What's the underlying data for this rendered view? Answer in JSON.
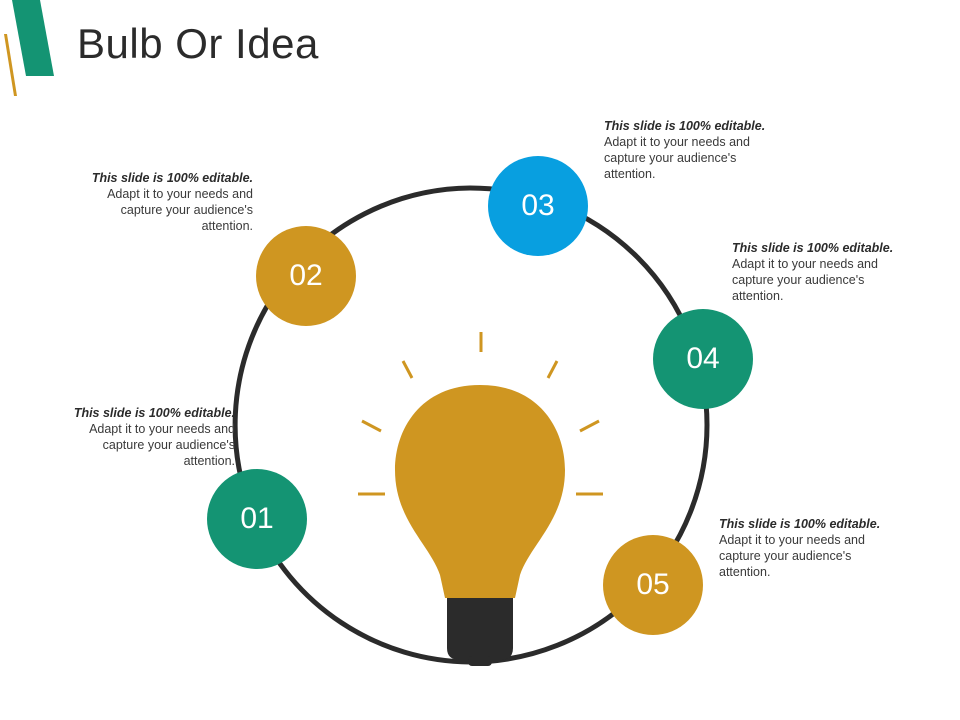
{
  "title": "Bulb Or Idea",
  "colors": {
    "gold": "#CF9621",
    "blue": "#089FE0",
    "green": "#149473",
    "dark": "#2B2B2B"
  },
  "icons": {
    "bulb": "lightbulb-icon"
  },
  "items": [
    {
      "number": "01",
      "color": "green",
      "heading": "This slide is 100% editable.",
      "body": "Adapt it to your needs and capture your audience's attention."
    },
    {
      "number": "02",
      "color": "gold",
      "heading": "This slide is 100% editable.",
      "body": "Adapt it to your needs and capture your audience's attention."
    },
    {
      "number": "03",
      "color": "blue",
      "heading": "This slide is 100% editable.",
      "body": "Adapt it to your needs and capture your audience's attention."
    },
    {
      "number": "04",
      "color": "green",
      "heading": "This slide is 100% editable.",
      "body": "Adapt it to your needs and capture your audience's attention."
    },
    {
      "number": "05",
      "color": "gold",
      "heading": "This slide is 100% editable.",
      "body": "Adapt it to your needs and capture your audience's attention."
    }
  ]
}
